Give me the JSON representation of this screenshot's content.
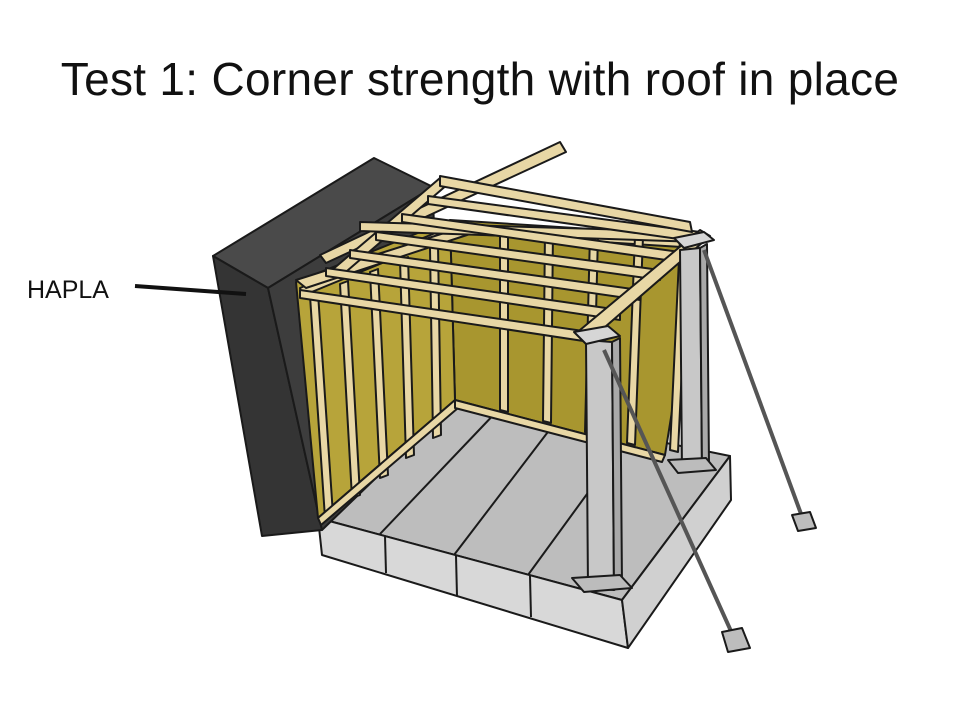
{
  "title": "Test 1:  Corner strength with roof in place",
  "labels": {
    "hapla": "HAPLA"
  },
  "colors": {
    "hapla_panel": "#3a3a3a",
    "sheathing": "#b7a43a",
    "lumber": "#e8d7a5",
    "slab_top": "#bdbdbd",
    "slab_side": "#d8d8d8",
    "steel_post": "#c8c8c8",
    "outline": "#1a1a1a"
  },
  "icons": {
    "hapla_panel": "dark-wall-panel",
    "roof_rafters": "wood-rafters",
    "steel_posts": "steel-posts",
    "brace_rods": "diagonal-brace-rods"
  }
}
